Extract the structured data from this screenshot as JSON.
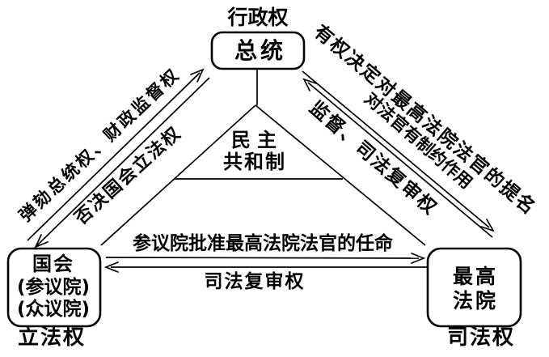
{
  "colors": {
    "background": "#ffffff",
    "ink": "#000000"
  },
  "center_triangle": {
    "line1": "民主",
    "line2": "共和制"
  },
  "nodes": {
    "president": {
      "title": "总统",
      "power": "行政权"
    },
    "congress": {
      "title": "国会",
      "subtitle1": "(参议院)",
      "subtitle2": "(众议院)",
      "power": "立法权"
    },
    "supreme_court": {
      "title_line1": "最高",
      "title_line2": "法院",
      "power": "司法权"
    }
  },
  "edges": [
    {
      "from": "国会",
      "to": "总统",
      "label": "弹劾总统权、财政监督权"
    },
    {
      "from": "总统",
      "to": "国会",
      "label": "否决国会立法权"
    },
    {
      "from": "总统",
      "to": "最高法院",
      "label": "有权决定对最高法院法官的提名",
      "label2": "对法官有制约作用"
    },
    {
      "from": "最高法院",
      "to": "总统",
      "label": "监督、司法复审权"
    },
    {
      "from": "国会",
      "to": "最高法院",
      "label": "参议院批准最高法院法官的任命"
    },
    {
      "from": "最高法院",
      "to": "国会",
      "label": "司法复审权"
    }
  ]
}
